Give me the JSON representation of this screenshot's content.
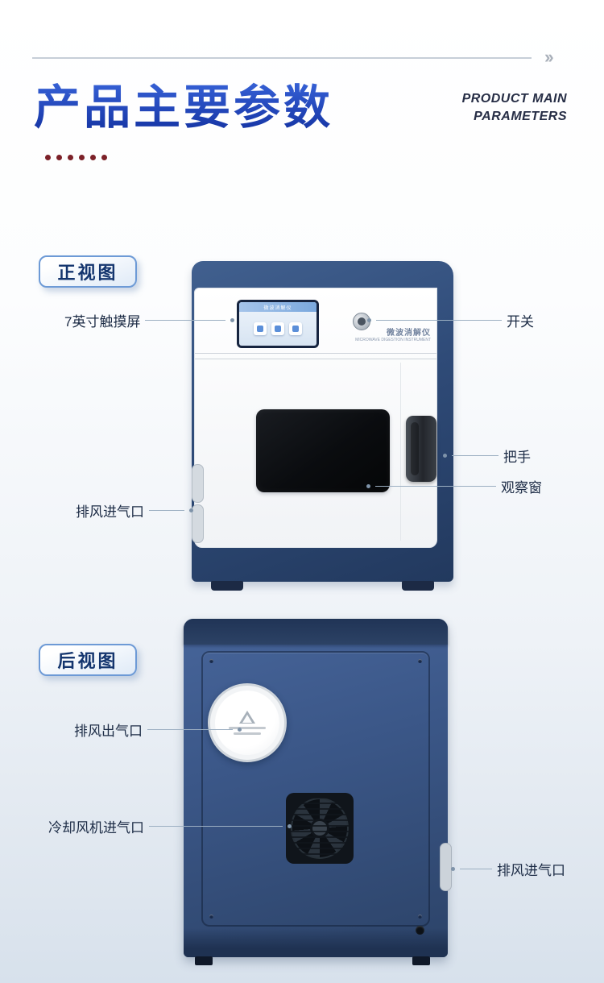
{
  "header": {
    "title": "产品主要参数",
    "subtitle_line1": "PRODUCT MAIN",
    "subtitle_line2": "PARAMETERS"
  },
  "front_section": {
    "label": "正视图",
    "device": {
      "screen_title": "微波消解仪",
      "brand_cn": "微波消解仪",
      "brand_en": "MICROWAVE DIGESTION INSTRUMENT"
    },
    "callouts": {
      "touchscreen": "7英寸触摸屏",
      "switch": "开关",
      "handle": "把手",
      "window": "观察窗",
      "air_inlet": "排风进气口"
    }
  },
  "rear_section": {
    "label": "后视图",
    "callouts": {
      "air_outlet": "排风出气口",
      "fan_inlet": "冷却风机进气口",
      "air_inlet": "排风进气口"
    }
  },
  "colors": {
    "title_blue": "#1d3fb0",
    "navy_text": "#272e46",
    "dot_red": "#7c2128",
    "device_blue": "#2f4b78",
    "callout_line_grey": "#9cafc2"
  }
}
